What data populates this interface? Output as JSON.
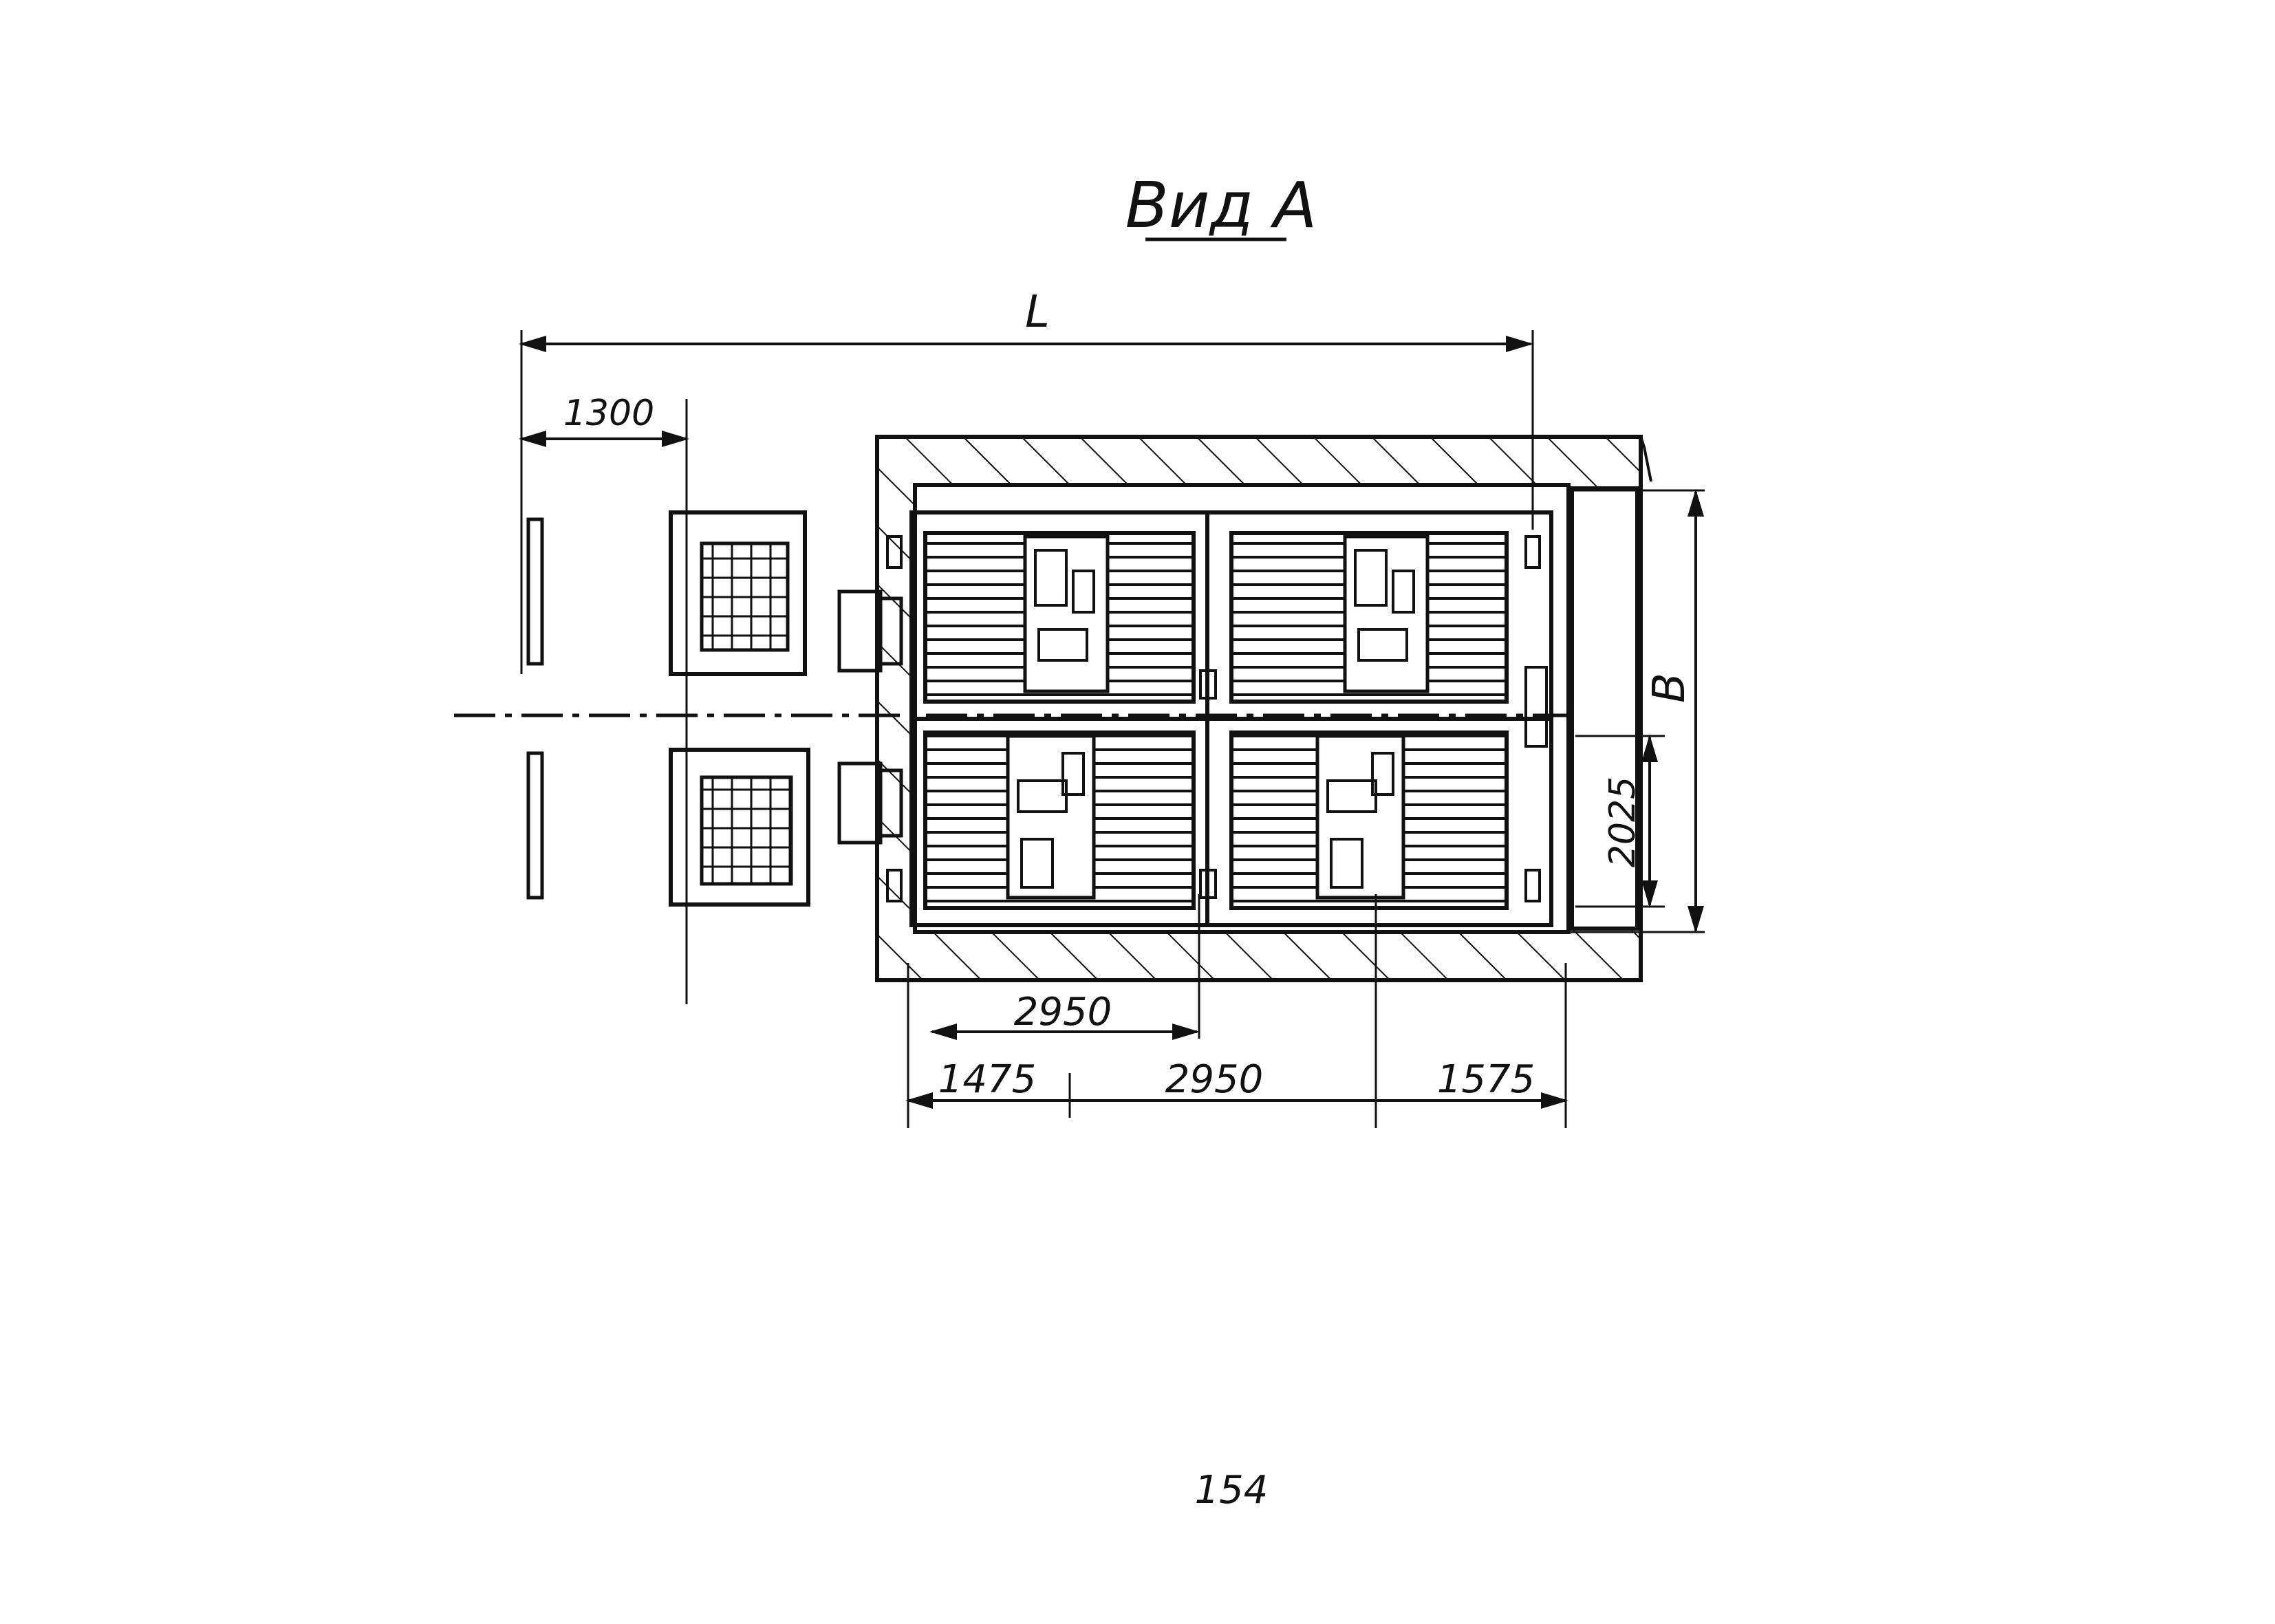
{
  "title": "Вид А",
  "dimensions": {
    "overall_length": "L",
    "left_offset": "1300",
    "width": "B",
    "half_width": "2025",
    "inner_pitch": "2950",
    "left_end": "1475",
    "middle_pitch": "2950",
    "right_end": "1575"
  },
  "page_number": "154",
  "colors": {
    "ink": "#111111",
    "paper": "#ffffff"
  }
}
